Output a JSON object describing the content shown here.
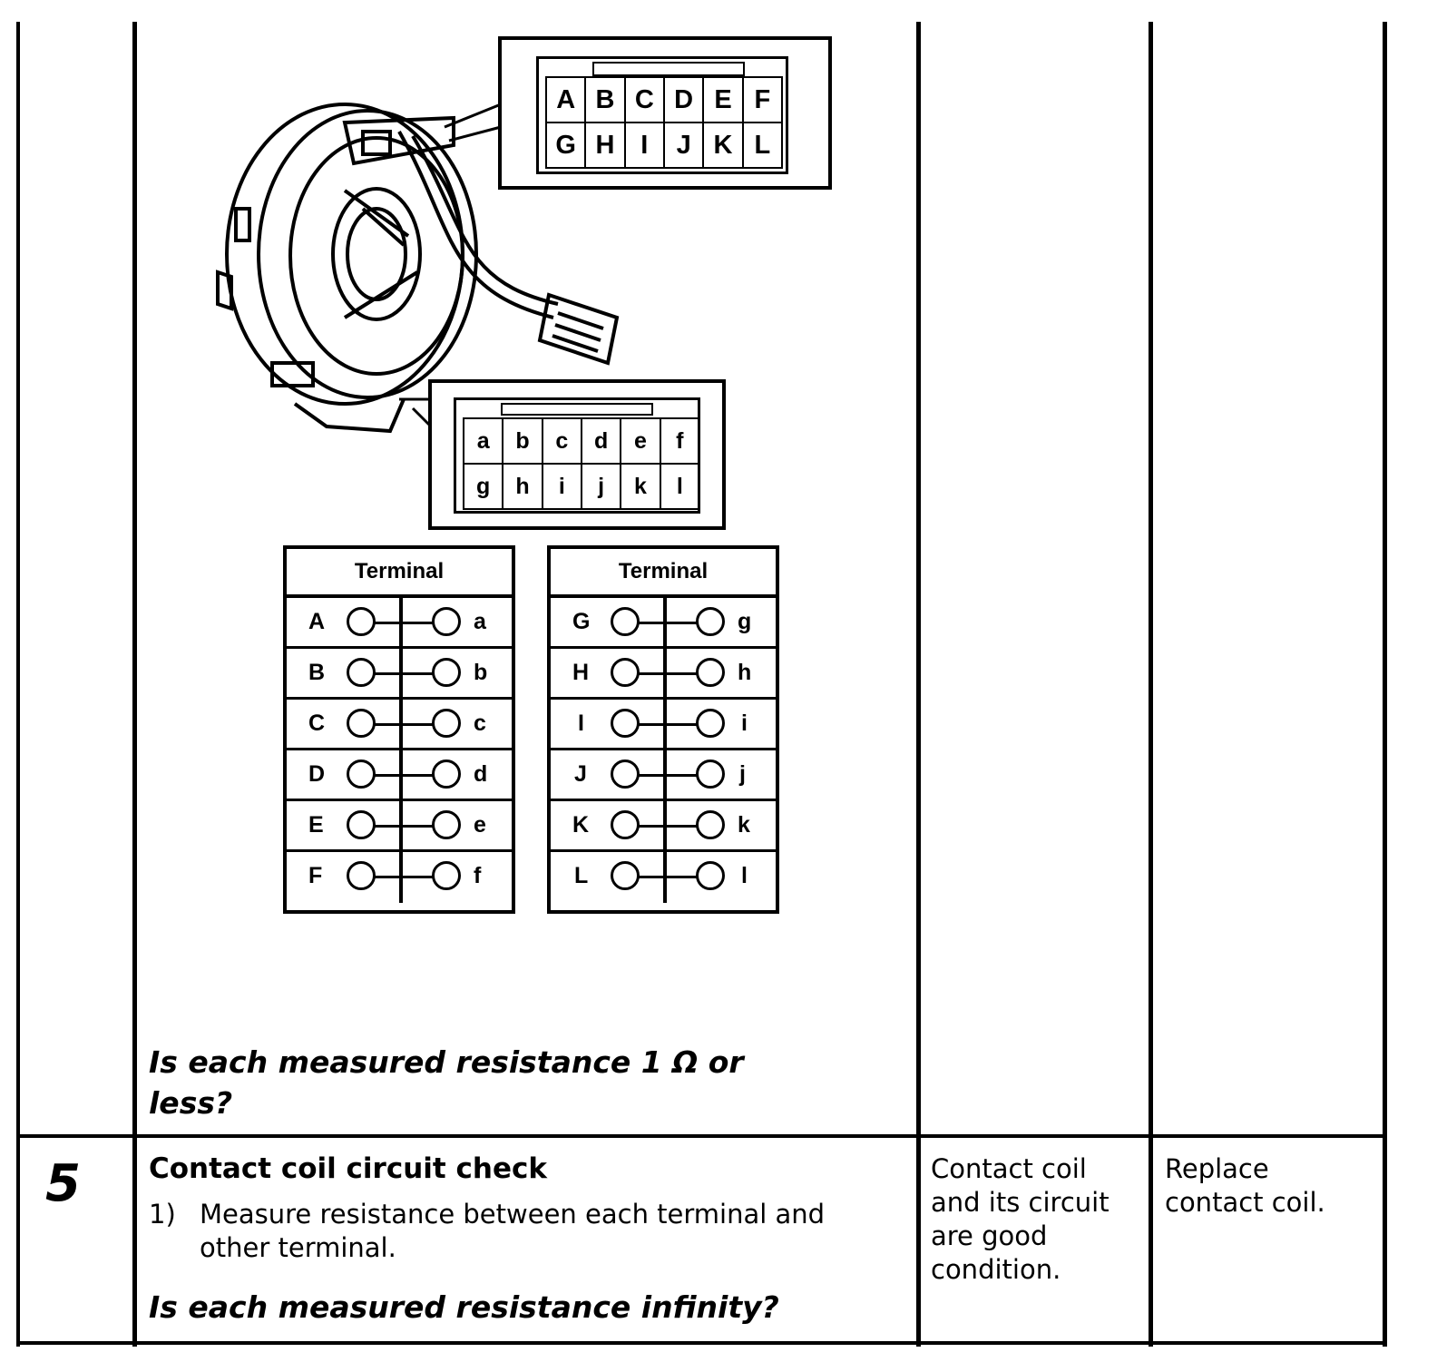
{
  "connector_upper": {
    "row1": [
      "A",
      "B",
      "C",
      "D",
      "E",
      "F"
    ],
    "row2": [
      "G",
      "H",
      "I",
      "J",
      "K",
      "L"
    ]
  },
  "connector_lower": {
    "row1": [
      "a",
      "b",
      "c",
      "d",
      "e",
      "f"
    ],
    "row2": [
      "g",
      "h",
      "i",
      "j",
      "k",
      "l"
    ]
  },
  "terminal_table_left": {
    "header": "Terminal",
    "rows": [
      {
        "left": "A",
        "right": "a"
      },
      {
        "left": "B",
        "right": "b"
      },
      {
        "left": "C",
        "right": "c"
      },
      {
        "left": "D",
        "right": "d"
      },
      {
        "left": "E",
        "right": "e"
      },
      {
        "left": "F",
        "right": "f"
      }
    ]
  },
  "terminal_table_right": {
    "header": "Terminal",
    "rows": [
      {
        "left": "G",
        "right": "g"
      },
      {
        "left": "H",
        "right": "h"
      },
      {
        "left": "I",
        "right": "i"
      },
      {
        "left": "J",
        "right": "j"
      },
      {
        "left": "K",
        "right": "k"
      },
      {
        "left": "L",
        "right": "l"
      }
    ]
  },
  "step4": {
    "question_line1": "Is each measured resistance 1 Ω or",
    "question_line2": "less?"
  },
  "step5": {
    "number": "5",
    "title": "Contact coil circuit check",
    "item_number": "1)",
    "item_line1": "Measure resistance between each terminal and",
    "item_line2": "other terminal.",
    "question": "Is each measured resistance infinity?",
    "yes_line1": "Contact coil",
    "yes_line2": "and its circuit",
    "yes_line3": "are good",
    "yes_line4": "condition.",
    "no_line1": "Replace",
    "no_line2": "contact coil."
  }
}
